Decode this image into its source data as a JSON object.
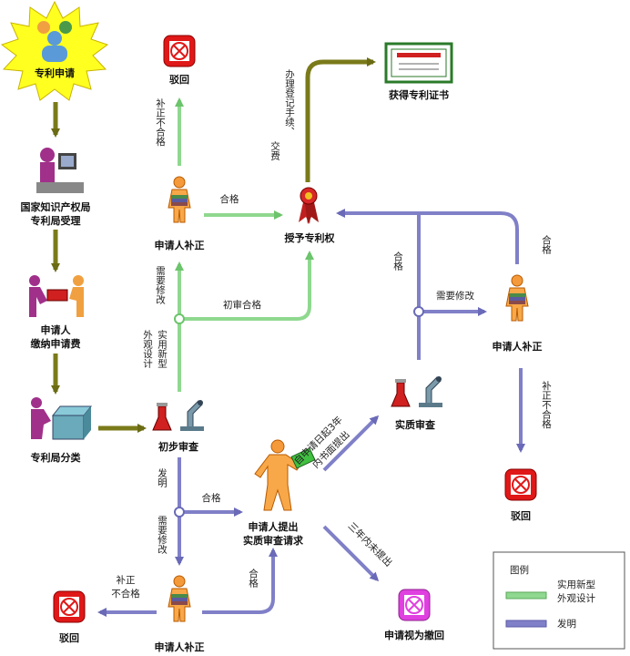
{
  "nodes": {
    "apply": "专利申请",
    "cnipa_line1": "国家知识产权局",
    "cnipa_line2": "专利局受理",
    "pay_line1": "申请人",
    "pay_line2": "缴纳申请费",
    "classify": "专利局分类",
    "prelim": "初步审查",
    "supp_top": "申请人补正",
    "reject_top": "驳回",
    "grant": "授予专利权",
    "cert": "获得专利证书",
    "substantive": "实质审查",
    "supp_right": "申请人补正",
    "reject_right": "驳回",
    "request_line1": "申请人提出",
    "request_line2": "实质审查请求",
    "supp_bottom": "申请人补正",
    "reject_bottom": "驳回",
    "withdrawn": "申请视为撤回"
  },
  "edges": {
    "buzheng_buhege": "补正不合格",
    "banli": [
      "办理登记手续、",
      "交费"
    ],
    "hege": "合格",
    "xuyao_xiugai": "需要修改",
    "chushen_hege": "初审合格",
    "shiyong_waiguan": [
      "实用新型",
      "外观设计"
    ],
    "faming": "发明",
    "zishen_line1": "自申请日起3年",
    "zishen_line2": "内书面提出",
    "sannian": "三年内未提出",
    "buzheng_line1": "补正",
    "buzheng_line2": "不合格"
  },
  "legend": {
    "title": "图例",
    "item1_line1": "实用新型",
    "item1_line2": "外观设计",
    "item2": "发明"
  },
  "colors": {
    "olive": "#7a7a1a",
    "green": "#8fd88f",
    "purple": "#8080c8",
    "red": "#e02020",
    "magenta": "#e040e0"
  },
  "icons": [
    "starburst",
    "people-icon",
    "office-worker-icon",
    "payment-icon",
    "box-sorting-icon",
    "lab-microscope-icon",
    "person-books-icon",
    "reject-stamp-icon",
    "award-ribbon-icon",
    "certificate-icon",
    "person-document-icon"
  ]
}
